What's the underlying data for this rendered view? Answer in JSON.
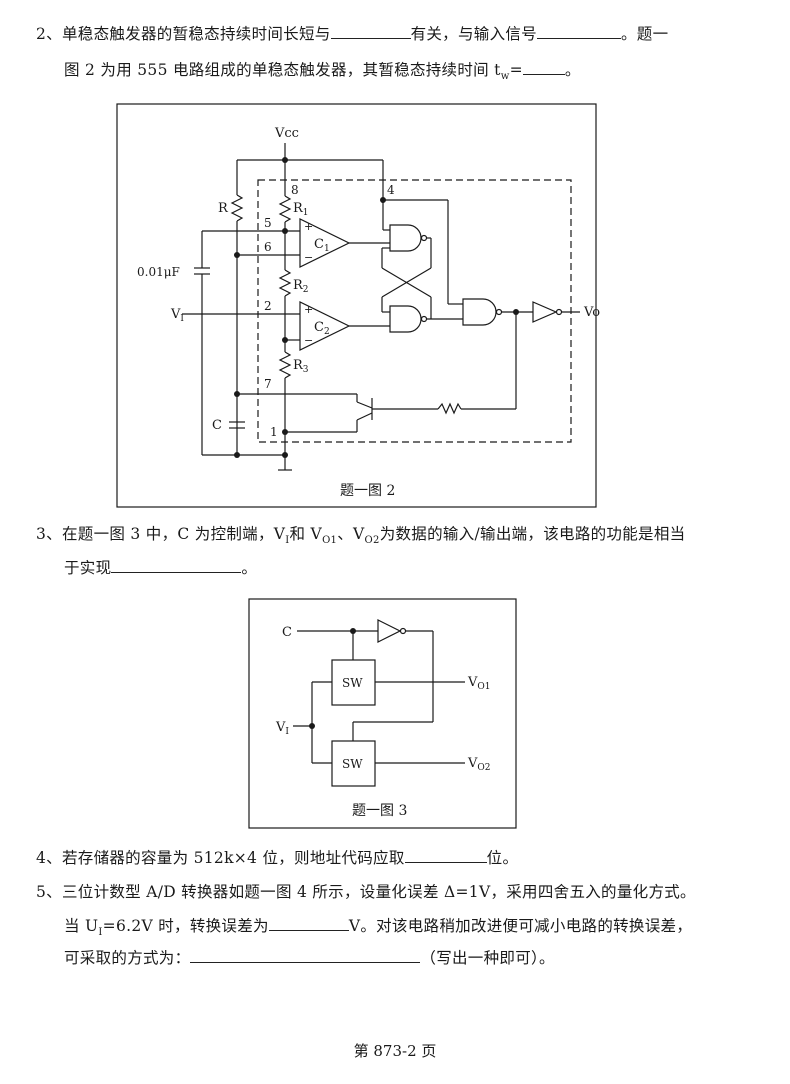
{
  "q2": {
    "num": "2、",
    "line1_a": "单稳态触发器的暂稳态持续时间长短与",
    "line1_b": "有关，与输入信号",
    "line1_c": "。题一",
    "line2_a": "图 2 为用 555 电路组成的单稳态触发器，其暂稳态持续时间 t",
    "line2_sub": "w",
    "line2_b": "=",
    "line2_c": "。"
  },
  "fig2": {
    "caption": "题一图 2",
    "vcc": "Vcc",
    "r": "R",
    "r1": "R",
    "r1_sub": "1",
    "r2": "R",
    "r2_sub": "2",
    "r3": "R",
    "r3_sub": "3",
    "cap001": "0.01μF",
    "vi": "V",
    "vi_sub": "I",
    "c": "C",
    "vo": "Vo",
    "c1": "C",
    "c1_sub": "1",
    "c2": "C",
    "c2_sub": "2",
    "plus": "+",
    "minus": "−",
    "pins": {
      "p8": "8",
      "p4": "4",
      "p5": "5",
      "p6": "6",
      "p2": "2",
      "p7": "7",
      "p1": "1"
    }
  },
  "q3": {
    "num": "3、",
    "line1_a": "在题一图 3 中，C 为控制端，V",
    "sub1": "I",
    "line1_b": "和 V",
    "sub2": "O1",
    "line1_c": "、V",
    "sub3": "O2",
    "line1_d": "为数据的输入/输出端，该电路的功能是相当",
    "line2_a": "于实现",
    "line2_b": "。"
  },
  "fig3": {
    "caption": "题一图 3",
    "c": "C",
    "vi": "V",
    "vi_sub": "I",
    "sw1": "SW",
    "sw2": "SW",
    "vo1": "V",
    "vo1_sub": "O1",
    "vo2": "V",
    "vo2_sub": "O2"
  },
  "q4": {
    "num": "4、",
    "text_a": "若存储器的容量为 512k×4 位，则地址代码应取",
    "text_b": "位。"
  },
  "q5": {
    "num": "5、",
    "line1": "三位计数型 A/D 转换器如题一图 4 所示，设量化误差 Δ=1V，采用四舍五入的量化方式。",
    "line2_a": "当 U",
    "line2_sub": "I",
    "line2_b": "=6.2V 时，转换误差为",
    "line2_c": "V。对该电路稍加改进便可减小电路的转换误差，",
    "line3_a": "可采取的方式为：",
    "line3_b": "（写出一种即可）。"
  },
  "footer": {
    "page": "第 873-2 页"
  }
}
